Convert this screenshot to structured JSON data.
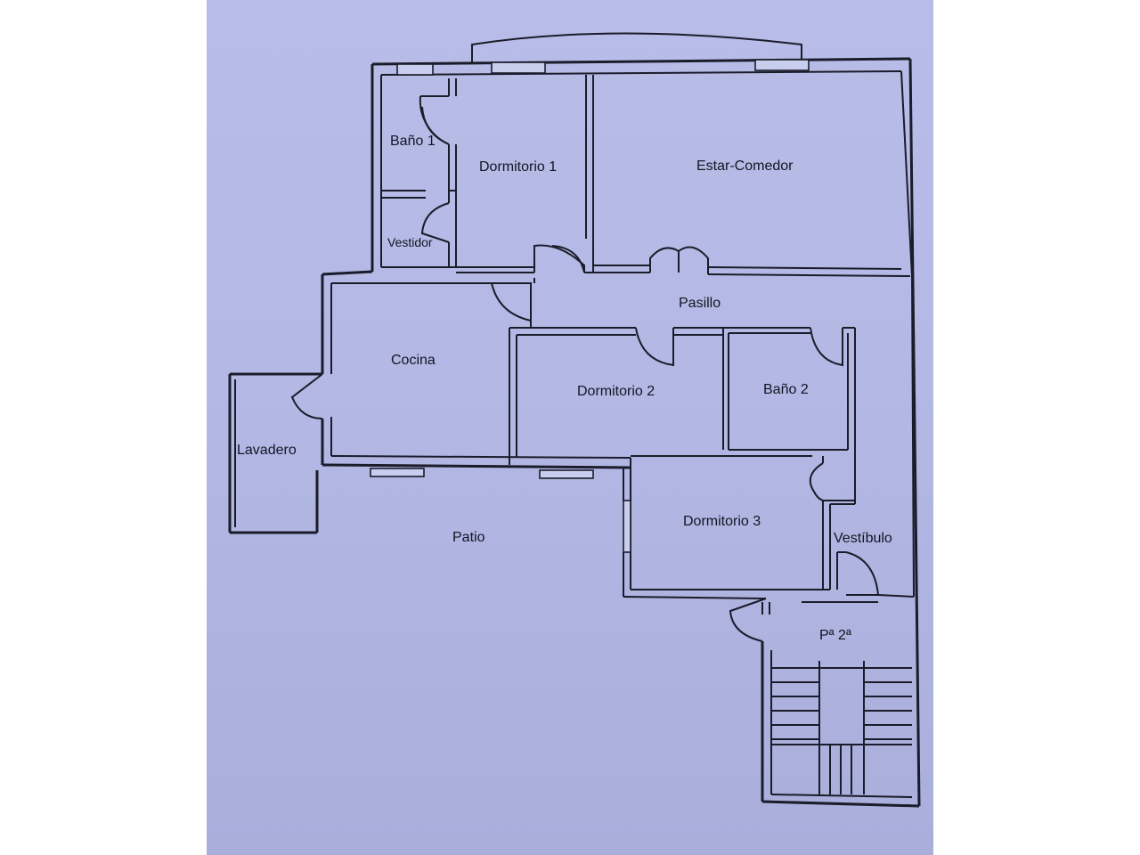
{
  "rooms": {
    "bano1": "Baño 1",
    "dormitorio1": "Dormitorio 1",
    "estar_comedor": "Estar-Comedor",
    "vestidor": "Vestidor",
    "pasillo": "Pasillo",
    "cocina": "Cocina",
    "dormitorio2": "Dormitorio 2",
    "bano2": "Baño 2",
    "lavadero": "Lavadero",
    "patio": "Patio",
    "dormitorio3": "Dormitorio 3",
    "vestibulo": "Vestíbulo",
    "planta": "Pª 2ª"
  },
  "colors": {
    "paper": "#b3b8e4",
    "line": "#1b1c2a"
  }
}
